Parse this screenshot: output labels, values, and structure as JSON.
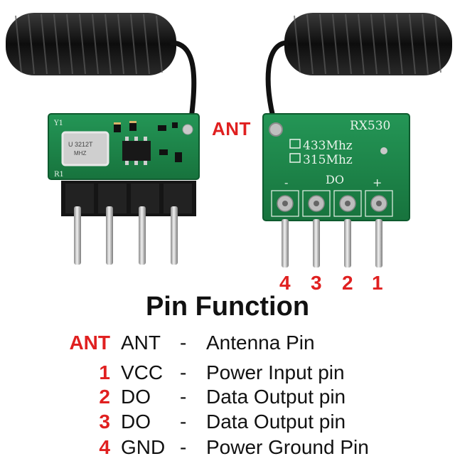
{
  "photo": {
    "left_module": {
      "crystal_text": "U 3212T",
      "crystal_sub": "MHZ",
      "label_y": "Y1",
      "label_r": "R1"
    },
    "right_module": {
      "model": "RX530",
      "freq_1": "433Mhz",
      "freq_2": "315Mhz",
      "pad_minus": "-",
      "pad_do": "DO",
      "pad_plus": "+"
    },
    "ant_callout": "ANT",
    "pin_numbers": [
      "4",
      "3",
      "2",
      "1"
    ]
  },
  "title": "Pin Function",
  "pins": [
    {
      "num": "ANT",
      "signal": "ANT",
      "dash": "-",
      "desc": "Antenna Pin"
    },
    {
      "num": "1",
      "signal": "VCC",
      "dash": "-",
      "desc": "Power Input pin"
    },
    {
      "num": "2",
      "signal": "DO",
      "dash": "-",
      "desc": "Data Output pin"
    },
    {
      "num": "3",
      "signal": "DO",
      "dash": "-",
      "desc": "Data Output pin"
    },
    {
      "num": "4",
      "signal": "GND",
      "dash": "-",
      "desc": "Power Ground Pin"
    }
  ],
  "colors": {
    "accent_red": "#e02020",
    "pcb_green": "#1e8a4a",
    "coil_black": "#111111"
  }
}
